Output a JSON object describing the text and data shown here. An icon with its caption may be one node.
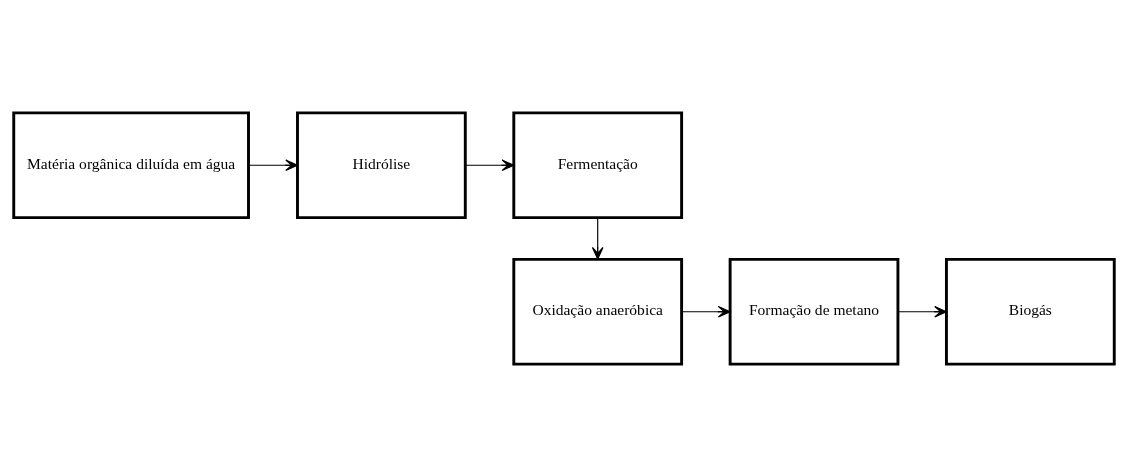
{
  "diagram": {
    "nodes": [
      {
        "text": [
          "Matéria orgânica diluída em água"
        ]
      },
      {
        "text": [
          "Hidrólise"
        ]
      },
      {
        "text": [
          "Fermentação"
        ]
      },
      {
        "text": [
          "Oxidação anaeróbica"
        ]
      },
      {
        "text": [
          "Formação de metano"
        ]
      },
      {
        "text": [
          "Biogás"
        ]
      }
    ],
    "edges": [
      {
        "from": 0,
        "to": 1,
        "arrow": "to"
      },
      {
        "from": 1,
        "to": 2,
        "arrow": "to"
      },
      {
        "from": 2,
        "to": 3,
        "arrow": "to"
      },
      {
        "from": 3,
        "to": 4,
        "arrow": "to"
      },
      {
        "from": 4,
        "to": 5,
        "arrow": "to"
      }
    ]
  }
}
